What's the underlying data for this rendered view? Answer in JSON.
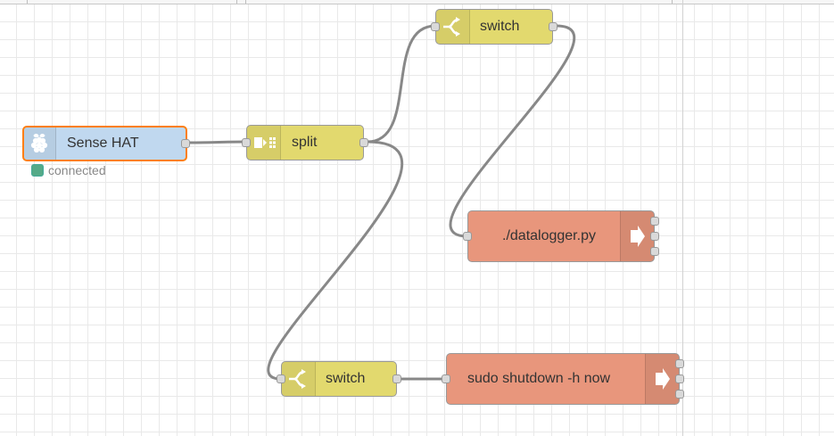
{
  "colors": {
    "function_node": "#e2d96e",
    "exec_node": "#e8967c",
    "sensehat_node": "#c0d8ef",
    "selected_border": "#ff7f0e",
    "wire": "#888888",
    "status_connected": "#5a8"
  },
  "nodes": {
    "sense_hat": {
      "label": "Sense HAT",
      "icon": "raspberry-pi-icon",
      "status": "connected"
    },
    "split": {
      "label": "split",
      "icon": "split-icon"
    },
    "switch_top": {
      "label": "switch",
      "icon": "switch-icon"
    },
    "switch_bottom": {
      "label": "switch",
      "icon": "switch-icon"
    },
    "exec_datalogger": {
      "label": "./datalogger.py",
      "icon": "exec-arrow-icon"
    },
    "exec_shutdown": {
      "label": "sudo shutdown -h now",
      "icon": "exec-arrow-icon"
    }
  }
}
